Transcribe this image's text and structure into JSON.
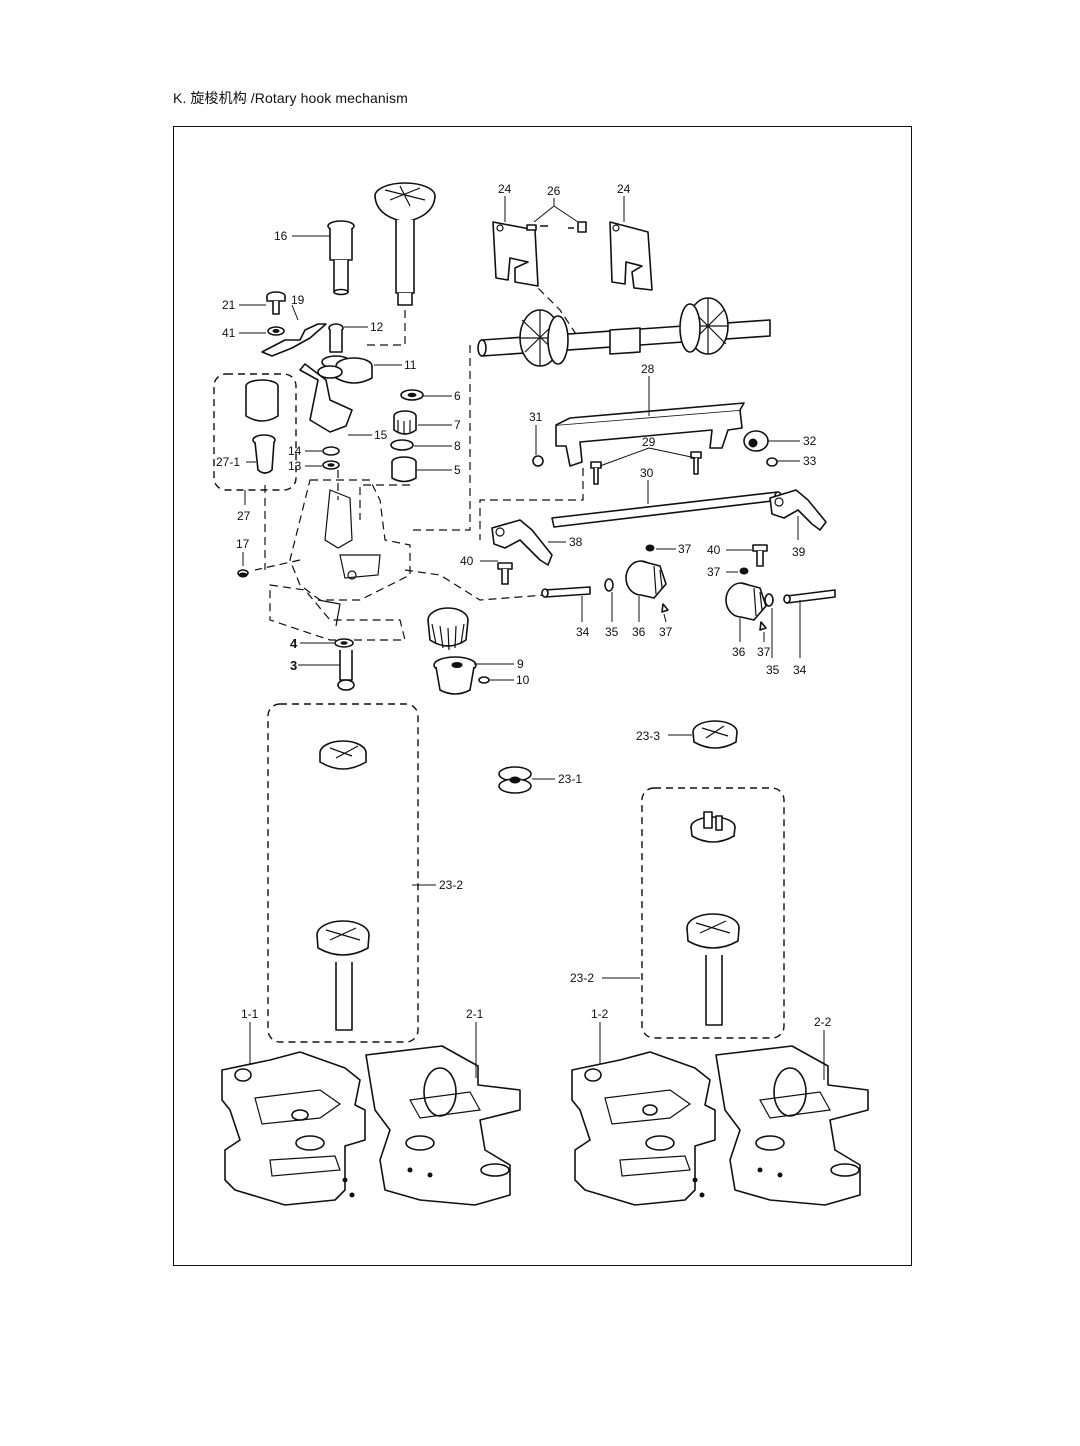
{
  "header": {
    "title": "K. 旋梭机构 /Rotary hook mechanism"
  },
  "labels": {
    "l16": "16",
    "l21": "21",
    "l19": "19",
    "l41": "41",
    "l12": "12",
    "l11": "11",
    "l6": "6",
    "l7": "7",
    "l8": "8",
    "l5": "5",
    "l15": "15",
    "l14": "14",
    "l13": "13",
    "l27_1": "27-1",
    "l27": "27",
    "l17": "17",
    "l4": "4",
    "l3": "3",
    "l9": "9",
    "l10": "10",
    "l24a": "24",
    "l26": "26",
    "l24b": "24",
    "l28": "28",
    "l31": "31",
    "l29": "29",
    "l32": "32",
    "l33": "33",
    "l30": "30",
    "l38": "38",
    "l40a": "40",
    "l37a": "37",
    "l40b": "40",
    "l39": "39",
    "l37b": "37",
    "l34a": "34",
    "l35a": "35",
    "l36a": "36",
    "l37c": "37",
    "l36b": "36",
    "l37d": "37",
    "l35b": "35",
    "l34b": "34",
    "l23_3": "23-3",
    "l23_1": "23-1",
    "l23_2a": "23-2",
    "l23_2b": "23-2",
    "l1_1": "1-1",
    "l2_1": "2-1",
    "l1_2": "1-2",
    "l2_2": "2-2"
  }
}
